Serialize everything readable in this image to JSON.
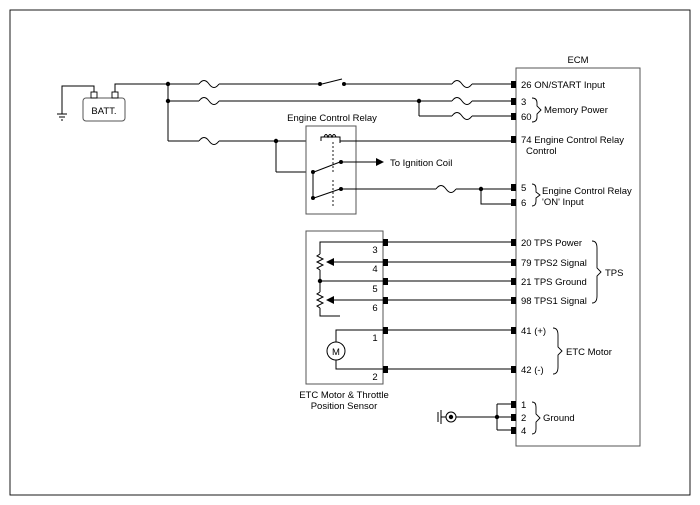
{
  "ecm": {
    "title": "ECM",
    "pins": {
      "on_start": "26 ON/START Input",
      "mem3": "3",
      "mem60": "60",
      "ecr_control_1": "74 Engine Control Relay",
      "ecr_control_2": "Control",
      "ecr_on5": "5",
      "ecr_on6": "6",
      "tps_power": "20 TPS Power",
      "tps2_signal": "79 TPS2 Signal",
      "tps_ground": "21 TPS Ground",
      "tps1_signal": "98 TPS1 Signal",
      "etc_plus": "41 (+)",
      "etc_minus": "42 (-)",
      "gnd1": "1",
      "gnd2": "2",
      "gnd4": "4"
    },
    "groups": {
      "memory_power": "Memory Power",
      "ecr_on_input_1": "Engine Control Relay",
      "ecr_on_input_2": "'ON' Input",
      "tps": "TPS",
      "etc_motor": "ETC Motor",
      "ground": "Ground"
    }
  },
  "battery": {
    "label": "BATT."
  },
  "relay": {
    "title": "Engine Control Relay",
    "to_ignition": "To Ignition Coil"
  },
  "etc_sensor": {
    "caption_1": "ETC Motor & Throttle",
    "caption_2": "Position Sensor",
    "motor_symbol": "M",
    "pins": [
      "3",
      "4",
      "5",
      "6",
      "1",
      "2"
    ]
  }
}
